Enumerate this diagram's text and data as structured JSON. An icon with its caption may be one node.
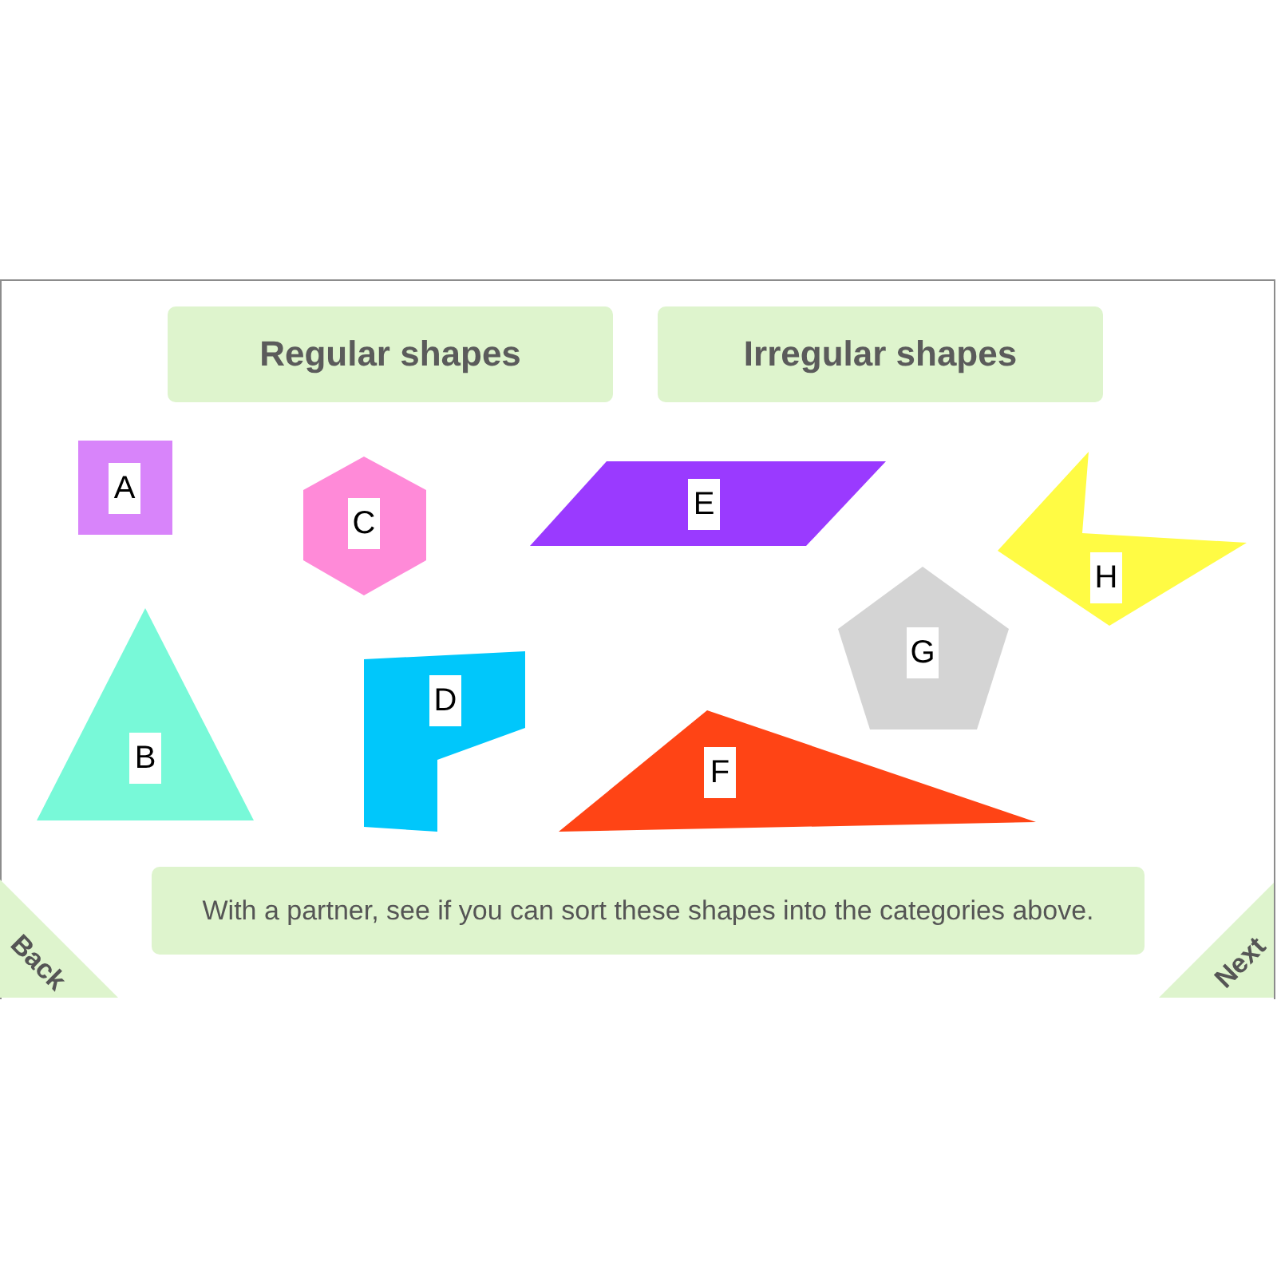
{
  "diagram": {
    "nodes": [
      {
        "text": [
          "Regular shapes"
        ]
      },
      {
        "text": [
          "Irregular shapes"
        ]
      },
      {
        "text": [
          "A"
        ]
      },
      {
        "text": [
          "C"
        ]
      },
      {
        "text": [
          "E"
        ]
      },
      {
        "text": [
          "H"
        ]
      },
      {
        "text": [
          "G"
        ]
      },
      {
        "text": [
          "B"
        ]
      },
      {
        "text": [
          "D"
        ]
      },
      {
        "text": [
          "F"
        ]
      },
      {
        "text": [
          "With a partner, see if you can sort these shapes into the categories above."
        ]
      },
      {
        "text": [
          "Back"
        ]
      },
      {
        "text": [
          "Next"
        ]
      }
    ]
  }
}
